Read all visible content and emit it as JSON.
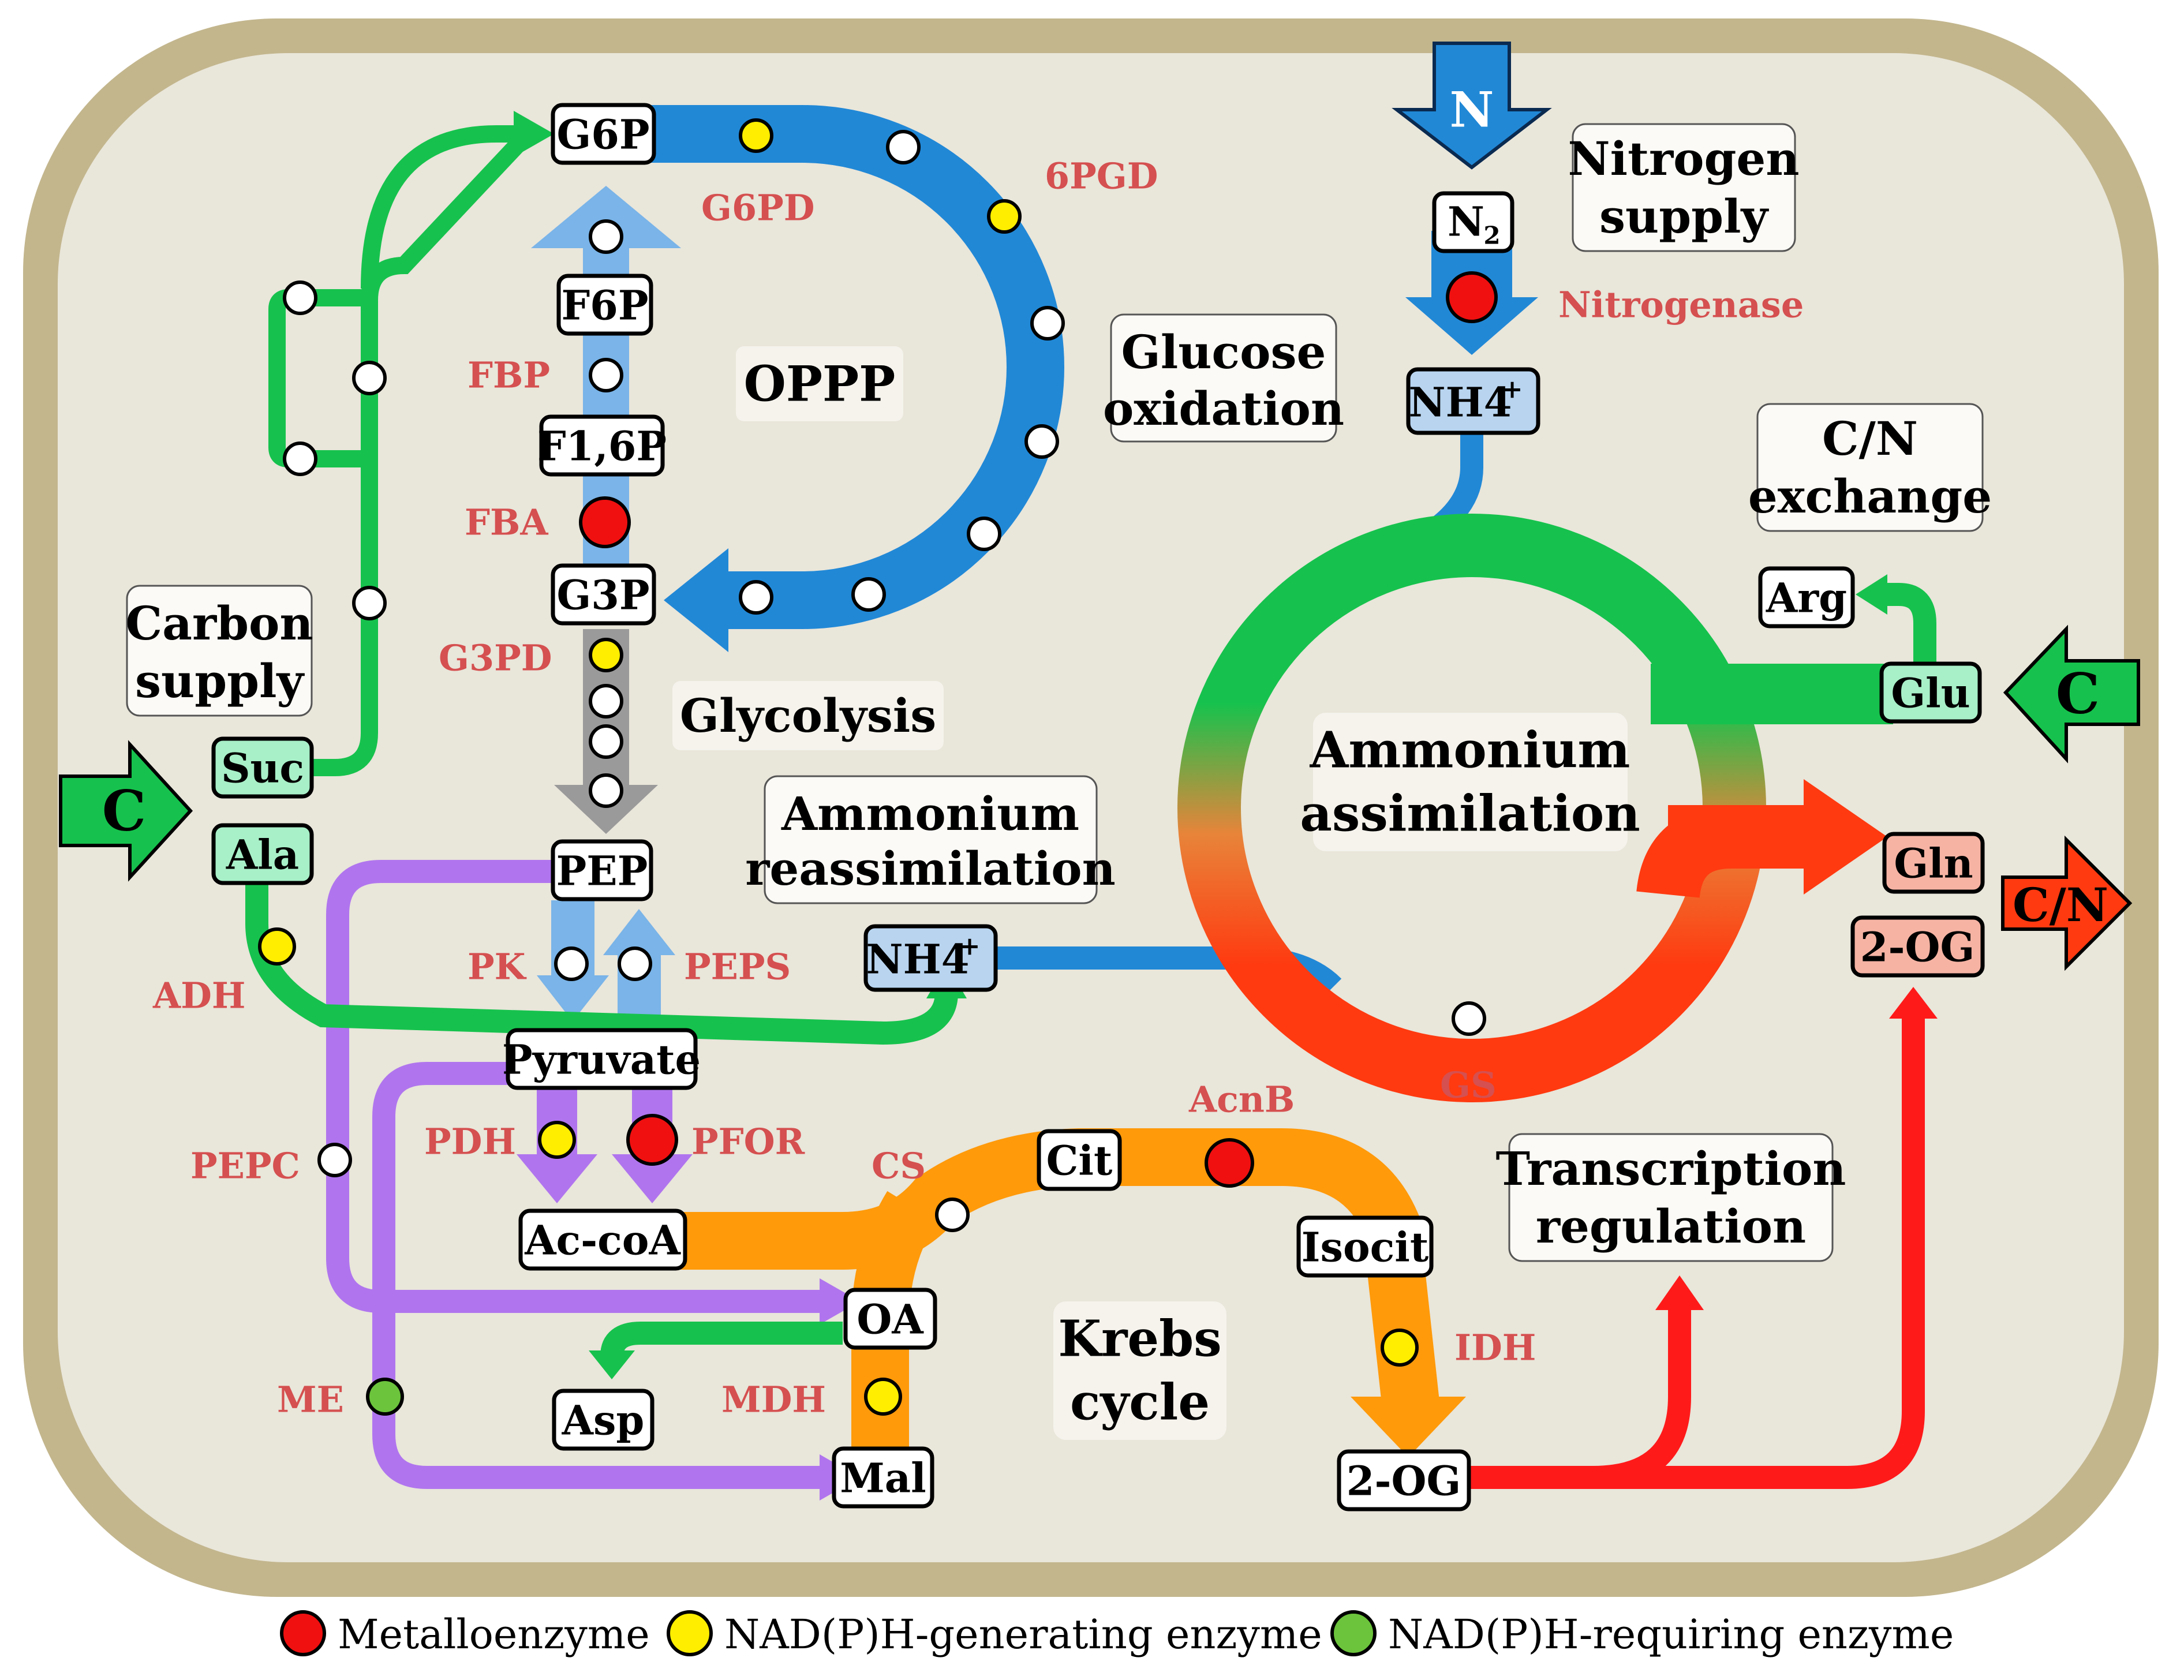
{
  "colors": {
    "membrane": "#c3b68d",
    "cytoplasm": "#e9e6da",
    "oppp_blue": "#2188d6",
    "light_blue": "#7ab4e8",
    "gray": "#9a9a9a",
    "green": "#16c24d",
    "purple": "#b075ee",
    "orange": "#ff9a0a",
    "red": "#ff1a1a",
    "enzyme_label": "#d55050",
    "metallo": "#f01010",
    "nadph_gen": "#ffee00",
    "nadph_req": "#6cc43c"
  },
  "metabolites": {
    "g6p": "G6P",
    "f6p": "F6P",
    "f16p": "F1,6P",
    "g3p": "G3P",
    "pep": "PEP",
    "pyruvate": "Pyruvate",
    "accoa": "Ac-coA",
    "cit": "Cit",
    "isocit": "Isocit",
    "og2": "2-OG",
    "oa": "OA",
    "asp": "Asp",
    "mal": "Mal",
    "suc": "Suc",
    "ala": "Ala",
    "nh4_mid": "NH4",
    "nh4_top": "NH4",
    "nh4_sup": "+",
    "n2": "N",
    "n2_sub": "2",
    "arg": "Arg",
    "glu": "Glu",
    "gln": "Gln",
    "og2_out": "2-OG"
  },
  "enzymes": {
    "g6pd": "G6PD",
    "pgd6": "6PGD",
    "fbp": "FBP",
    "fba": "FBA",
    "g3pd": "G3PD",
    "pk": "PK",
    "peps": "PEPS",
    "adh": "ADH",
    "pepc": "PEPC",
    "pdh": "PDH",
    "pfor": "PFOR",
    "cs": "CS",
    "acnb": "AcnB",
    "idh": "IDH",
    "mdh": "MDH",
    "me": "ME",
    "gs": "GS",
    "nitrogenase": "Nitrogenase"
  },
  "sections": {
    "oppp": "OPPP",
    "glucose_oxidation": [
      "Glucose",
      "oxidation"
    ],
    "glycolysis": "Glycolysis",
    "carbon_supply": [
      "Carbon",
      "supply"
    ],
    "nitrogen_supply": [
      "Nitrogen",
      "supply"
    ],
    "cn_exchange": [
      "C/N",
      "exchange"
    ],
    "ammonium_assimilation": [
      "Ammonium",
      "assimilation"
    ],
    "ammonium_reassimilation": [
      "Ammonium",
      "reassimilation"
    ],
    "krebs": [
      "Krebs",
      "cycle"
    ],
    "transcription": [
      "Transcription",
      "regulation"
    ]
  },
  "inputs": {
    "c_left": "C",
    "c_right": "C",
    "n_top": "N",
    "cn_out": "C/N"
  },
  "legend": {
    "metallo": "Metalloenzyme",
    "nadph_gen": "NAD(P)H-generating enzyme",
    "nadph_req": "NAD(P)H-requiring enzyme"
  }
}
